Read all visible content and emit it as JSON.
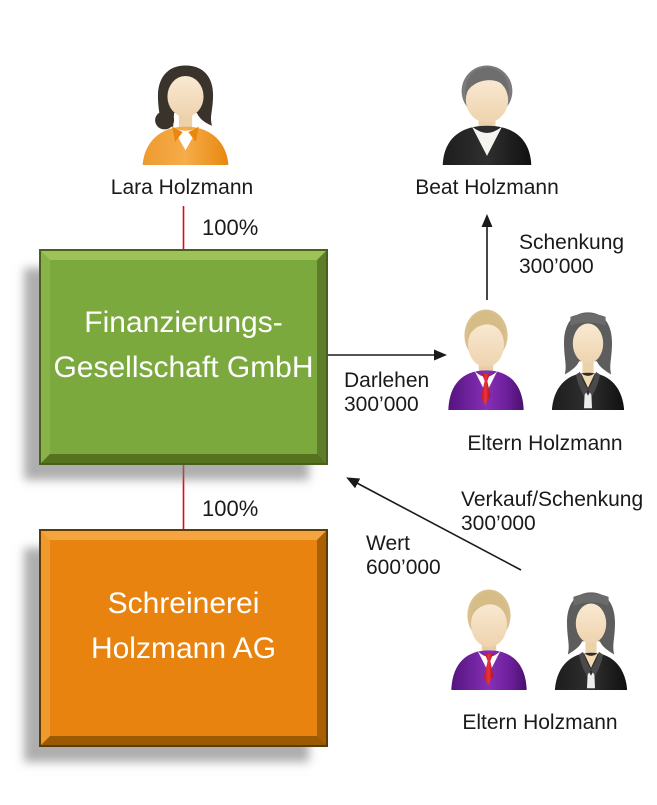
{
  "persons": {
    "lara": {
      "name": "Lara Holzmann",
      "icon": "woman-orange-avatar"
    },
    "beat": {
      "name": "Beat Holzmann",
      "icon": "man-gray-avatar"
    },
    "eltern_top": {
      "name": "Eltern Holzmann",
      "icons": "man-purple-avatar, woman-black-avatar"
    },
    "eltern_bottom": {
      "name": "Eltern Holzmann",
      "icons": "man-purple-avatar, woman-black-avatar"
    }
  },
  "companies": {
    "finanzierungsgesellschaft": {
      "line1": "Finanzierungs-",
      "line2": "Gesellschaft GmbH",
      "fill": "#7ca93e"
    },
    "schreinerei": {
      "line1": "Schreinerei",
      "line2": "Holzmann AG",
      "fill": "#e8830f"
    }
  },
  "labels": {
    "ownership_top": "100%",
    "ownership_bottom": "100%",
    "darlehen": {
      "line1": "Darlehen",
      "line2": "300’000"
    },
    "schenkung": {
      "line1": "Schenkung",
      "line2": "300’000"
    },
    "verkauf_schenkung": {
      "line1": "Verkauf/Schenkung",
      "line2": "300’000"
    },
    "wert": {
      "line1": "Wert",
      "line2": "600’000"
    }
  },
  "colors": {
    "ownership_line": "#e4061e",
    "arrow": "#1a1a1a",
    "text": "#1a1a1a",
    "box_text": "#ffffff"
  }
}
